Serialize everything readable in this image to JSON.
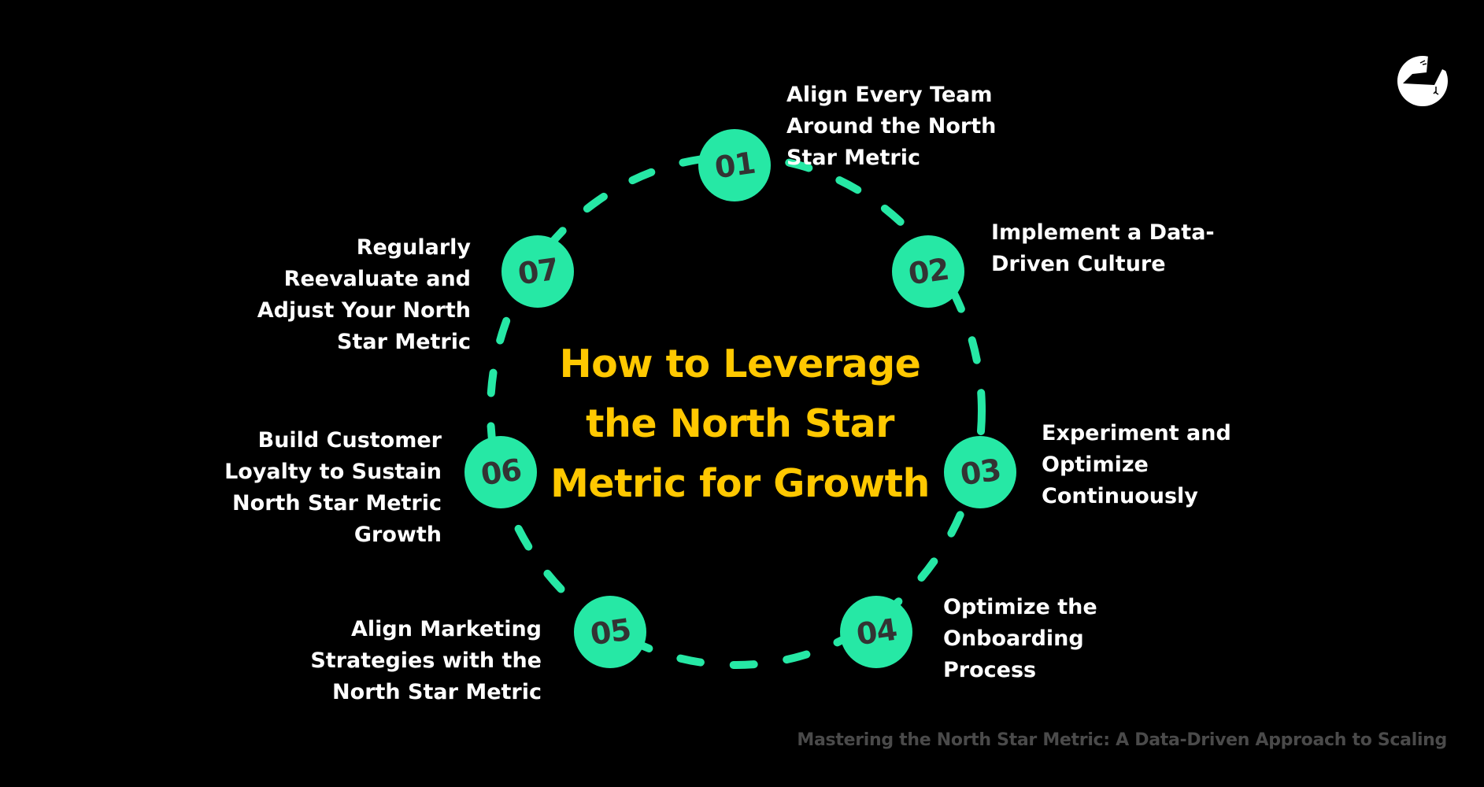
{
  "title": "How to Leverage\nthe North Star\nMetric for Growth",
  "footer": "Mastering the North Star Metric: A Data-Driven Approach to Scaling",
  "logo": {
    "icon": "brand-logo-icon"
  },
  "colors": {
    "background": "#000000",
    "node_fill": "#26E8A5",
    "node_number": "#333333",
    "ring": "#26E8A5",
    "title": "#FFC800",
    "label": "#FFFFFF",
    "footer": "#4A4A4A"
  },
  "steps": [
    {
      "number": "01",
      "label": "Align Every Team\nAround the North\nStar Metric"
    },
    {
      "number": "02",
      "label": "Implement a Data-\nDriven Culture"
    },
    {
      "number": "03",
      "label": "Experiment and\nOptimize\nContinuously"
    },
    {
      "number": "04",
      "label": "Optimize the\nOnboarding\nProcess"
    },
    {
      "number": "05",
      "label": "Align Marketing\nStrategies with the\nNorth Star Metric"
    },
    {
      "number": "06",
      "label": "Build Customer\nLoyalty to Sustain\nNorth Star Metric\nGrowth"
    },
    {
      "number": "07",
      "label": "Regularly\nReevaluate and\nAdjust Your North\nStar Metric"
    }
  ]
}
